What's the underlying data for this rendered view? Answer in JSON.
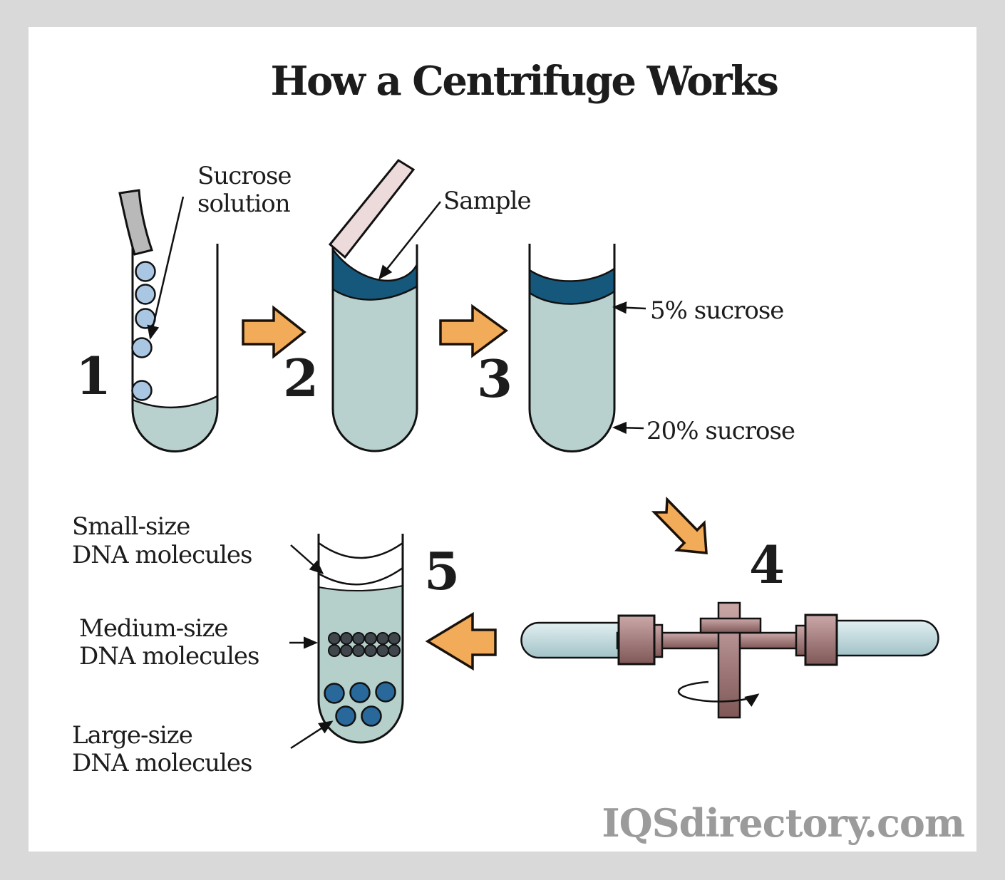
{
  "title": "How a Centrifuge Works",
  "watermark": "IQSdirectory.com",
  "colors": {
    "frame_gray": "#d9d9d9",
    "panel_white": "#ffffff",
    "orange": "#f2ab58",
    "dark_blue_layer": "#16587b",
    "pale_liquid": "#b8d1ce",
    "pale_liquid_step5": "#b5cfca",
    "droplet_blue": "#a9c7e3",
    "gray_pipette": "#b9b9b9",
    "pink_pipette": "#eddbdb",
    "medium_dot": "#40474c",
    "large_dot": "#28689a",
    "text_dark": "#1c1c1c",
    "watermark_gray": "#9b9b9b"
  },
  "steps": {
    "step1": {
      "number": "1",
      "label_line1": "Sucrose",
      "label_line2": "solution"
    },
    "step2": {
      "number": "2",
      "label": "Sample"
    },
    "step3": {
      "number": "3",
      "top_label": "5% sucrose",
      "bottom_label": "20% sucrose"
    },
    "step4": {
      "number": "4"
    },
    "step5": {
      "number": "5",
      "small_line1": "Small-size",
      "small_line2": "DNA molecules",
      "medium_line1": "Medium-size",
      "medium_line2": "DNA molecules",
      "large_line1": "Large-size",
      "large_line2": "DNA molecules"
    }
  }
}
